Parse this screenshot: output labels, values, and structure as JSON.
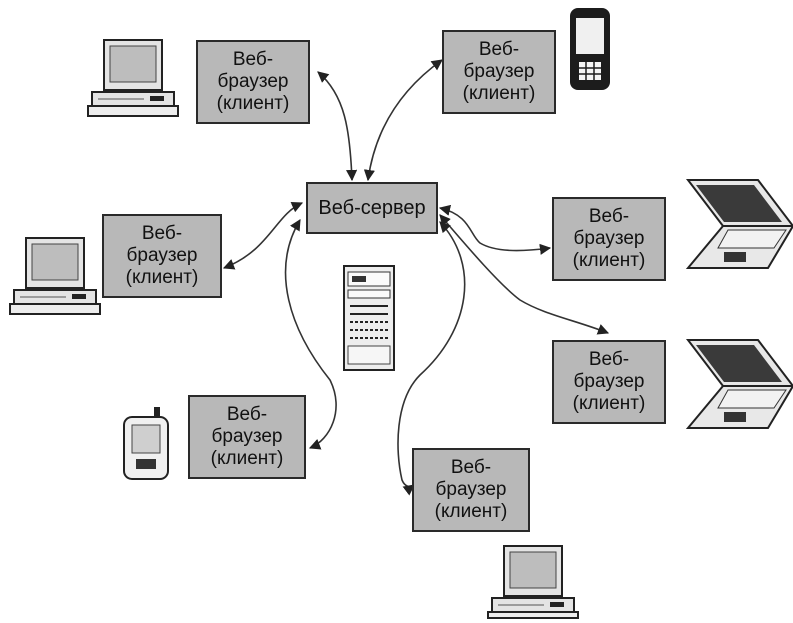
{
  "server": {
    "label": "Веб-сервер"
  },
  "clients": [
    {
      "id": "top-left",
      "line1": "Веб-",
      "line2": "браузер",
      "line3": "(клиент)",
      "device": "desktop-computer"
    },
    {
      "id": "top-right",
      "line1": "Веб-",
      "line2": "браузер",
      "line3": "(клиент)",
      "device": "mobile-phone"
    },
    {
      "id": "mid-left",
      "line1": "Веб-",
      "line2": "браузер",
      "line3": "(клиент)",
      "device": "desktop-computer"
    },
    {
      "id": "right-1",
      "line1": "Веб-",
      "line2": "браузер",
      "line3": "(клиент)",
      "device": "laptop"
    },
    {
      "id": "right-2",
      "line1": "Веб-",
      "line2": "браузер",
      "line3": "(клиент)",
      "device": "laptop"
    },
    {
      "id": "bottom-left",
      "line1": "Веб-",
      "line2": "браузер",
      "line3": "(клиент)",
      "device": "pda"
    },
    {
      "id": "bottom-center",
      "line1": "Веб-",
      "line2": "браузер",
      "line3": "(клиент)",
      "device": "desktop-computer"
    }
  ],
  "colors": {
    "box_fill": "#b8b8b8",
    "box_border": "#2a2a2a",
    "arrow": "#222222"
  }
}
